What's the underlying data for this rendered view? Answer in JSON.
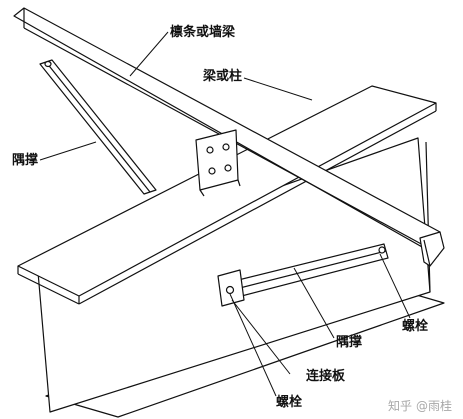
{
  "labels": {
    "purlin": "檩条或墙梁",
    "beam_column": "梁或柱",
    "brace_left": "隅撑",
    "brace_right": "隅撑",
    "bolt_right": "螺栓",
    "connect_plate": "连接板",
    "bolt_bottom": "螺栓"
  },
  "watermark": {
    "brand": "知乎",
    "author": "@雨桂"
  },
  "colors": {
    "line": "#111111",
    "fill": "#ffffff",
    "watermark": "#a8a8a8"
  }
}
